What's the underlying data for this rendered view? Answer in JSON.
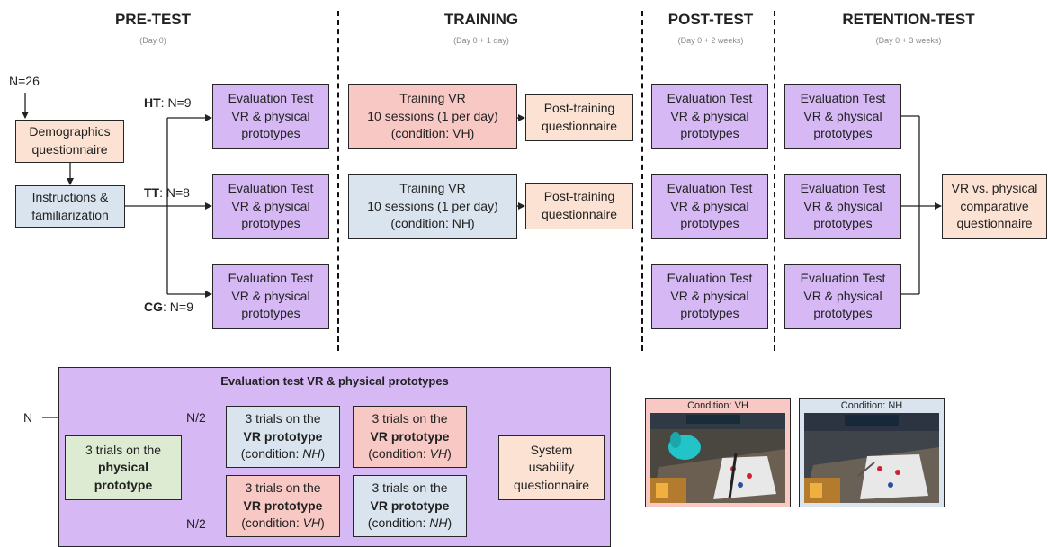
{
  "phases": [
    {
      "title": "PRE-TEST",
      "sub": "(Day 0)"
    },
    {
      "title": "TRAINING",
      "sub": "(Day 0 + 1 day)"
    },
    {
      "title": "POST-TEST",
      "sub": "(Day 0 + 2 weeks)"
    },
    {
      "title": "RETENTION-TEST",
      "sub": "(Day 0 + 3 weeks)"
    }
  ],
  "pretest": {
    "n_total": "N=26",
    "demographics": [
      "Demographics",
      "questionnaire"
    ],
    "instructions": [
      "Instructions &",
      "familiarization"
    ],
    "groups": [
      {
        "code": "HT",
        "n": ": N=9"
      },
      {
        "code": "TT",
        "n": ": N=8"
      },
      {
        "code": "CG",
        "n": ": N=9"
      }
    ]
  },
  "eval_box": [
    "Evaluation Test",
    "VR & physical",
    "prototypes"
  ],
  "training": [
    {
      "lines": [
        "Training VR",
        "10 sessions (1 per day)",
        "(condition: VH)"
      ]
    },
    {
      "lines": [
        "Training VR",
        "10 sessions (1 per day)",
        "(condition: NH)"
      ]
    }
  ],
  "post_training": [
    "Post-training",
    "questionnaire"
  ],
  "comparative": [
    "VR vs. physical",
    "comparative",
    "questionnaire"
  ],
  "panel": {
    "title": "Evaluation test VR & physical prototypes",
    "n": "N",
    "half_top": "N/2",
    "half_bottom": "N/2",
    "physical": {
      "l1": "3 trials on the",
      "l2": "physical",
      "l3": "prototype"
    },
    "vr_nh": {
      "l1": "3 trials on the",
      "l2": "VR prototype",
      "l3a": "(condition: ",
      "l3b": "NH",
      "l3c": ")"
    },
    "vr_vh": {
      "l1": "3 trials on the",
      "l2": "VR prototype",
      "l3a": "(condition: ",
      "l3b": "VH",
      "l3c": ")"
    },
    "sus": [
      "System",
      "usability",
      "questionnaire"
    ]
  },
  "photos": [
    {
      "caption": "Condition: VH",
      "bg": "#f8c9c4"
    },
    {
      "caption": "Condition: NH",
      "bg": "#d9e4ee"
    }
  ],
  "colors": {
    "purple": "#d6b8f5",
    "pink": "#f8c9c4",
    "peach": "#fbe2d3",
    "blue": "#d9e4ee",
    "green": "#dcebd1"
  }
}
